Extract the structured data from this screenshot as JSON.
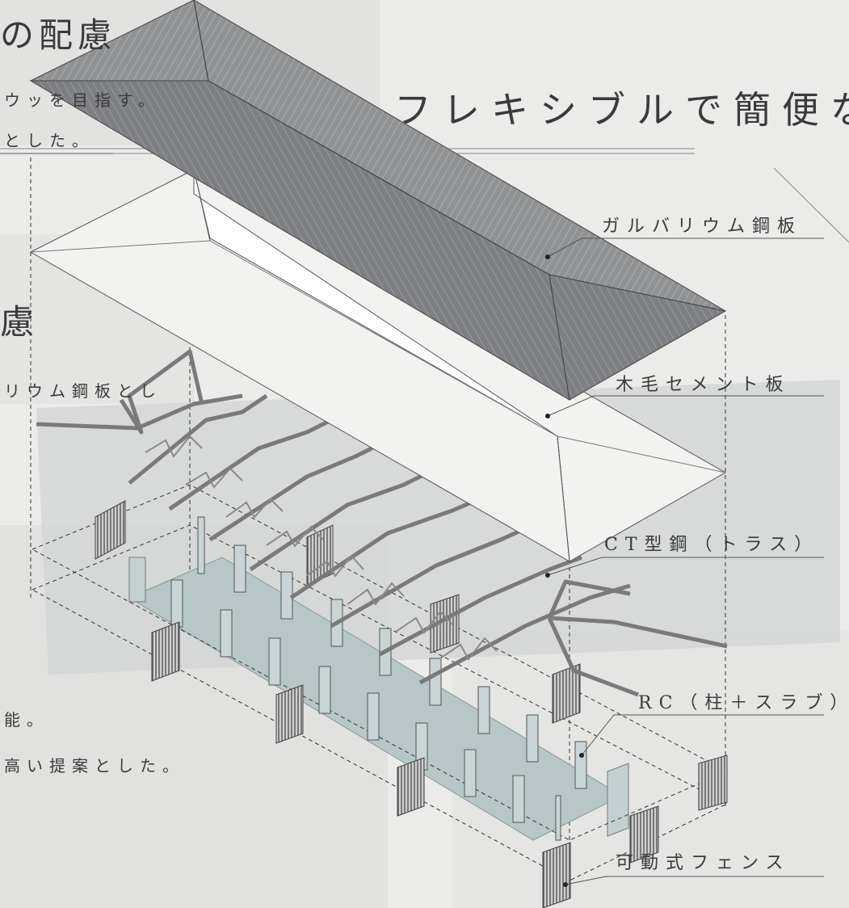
{
  "left_text": {
    "heading_top": "の配慮",
    "line1": "ウッを目指す。",
    "line2": "とした。",
    "heading_mid": "慮",
    "line3": "リウム鋼板とし",
    "line4": "能。",
    "line5": "高い提案とした。"
  },
  "title_right": "フレキシブルで簡便な設",
  "labels": {
    "roof": "ガルバリウム鋼板",
    "board": "木毛セメント板",
    "truss": "CT型鋼（トラス）",
    "rc": "RC（柱＋スラブ）",
    "fence": "可動式フェンス"
  },
  "colors": {
    "background": "#e9e9e7",
    "roof": "#8d8e90",
    "board": "#f3f3f2",
    "slab": "#b9c8c9",
    "truss": "#8a8a8a",
    "line": "#555555"
  }
}
